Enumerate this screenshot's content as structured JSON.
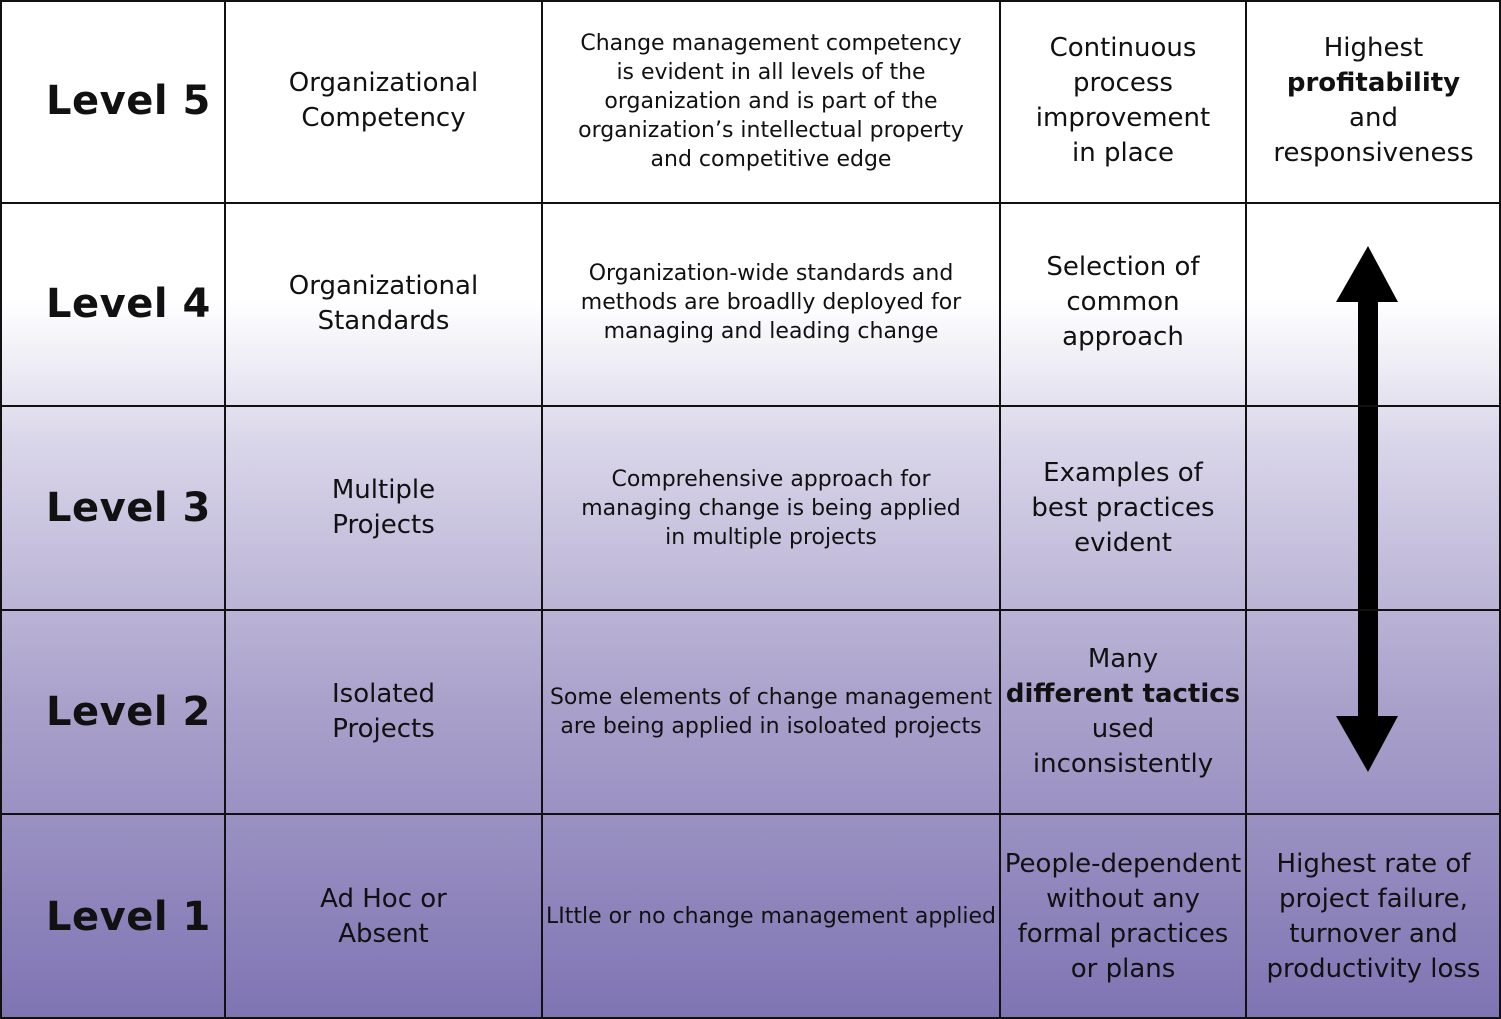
{
  "rows": [
    {
      "level": "Level 5",
      "name": [
        "Organizational",
        "Competency"
      ],
      "description": [
        "Change management competency",
        "is evident in all levels of the",
        "organization and is part of the",
        "organization’s intellectual property",
        "and competitive edge"
      ],
      "practice": [
        "Continuous",
        "process",
        "improvement",
        "in place"
      ]
    },
    {
      "level": "Level 4",
      "name": [
        "Organizational",
        "Standards"
      ],
      "description": [
        "Organization-wide standards and",
        "methods are broadlly deployed for",
        "managing and leading change"
      ],
      "practice": [
        "Selection of",
        "common",
        "approach"
      ]
    },
    {
      "level": "Level 3",
      "name": [
        "Multiple",
        "Projects"
      ],
      "description": [
        "Comprehensive approach for",
        "managing change is being applied",
        "in multiple projects"
      ],
      "practice": [
        "Examples of",
        "best practices",
        "evident"
      ]
    },
    {
      "level": "Level 2",
      "name": [
        "Isolated",
        "Projects"
      ],
      "description": [
        "Some elements of change management",
        "are being applied in isoloated projects"
      ],
      "practice": [
        "Many",
        "different tactics",
        "used",
        "inconsistently"
      ]
    },
    {
      "level": "Level 1",
      "name": [
        "Ad Hoc or",
        "Absent"
      ],
      "description": [
        "LIttle or no change management applied"
      ],
      "practice": [
        "People-dependent",
        "without any",
        "formal practices",
        "or plans"
      ]
    }
  ],
  "outcome_top": [
    "Highest",
    "profitability",
    "and",
    "responsiveness"
  ],
  "outcome_bottom": [
    "Highest rate of",
    "project failure,",
    "turnover and",
    "productivity loss"
  ],
  "arrow_icon": "double-vertical-arrow-icon",
  "line_color": "#111111"
}
